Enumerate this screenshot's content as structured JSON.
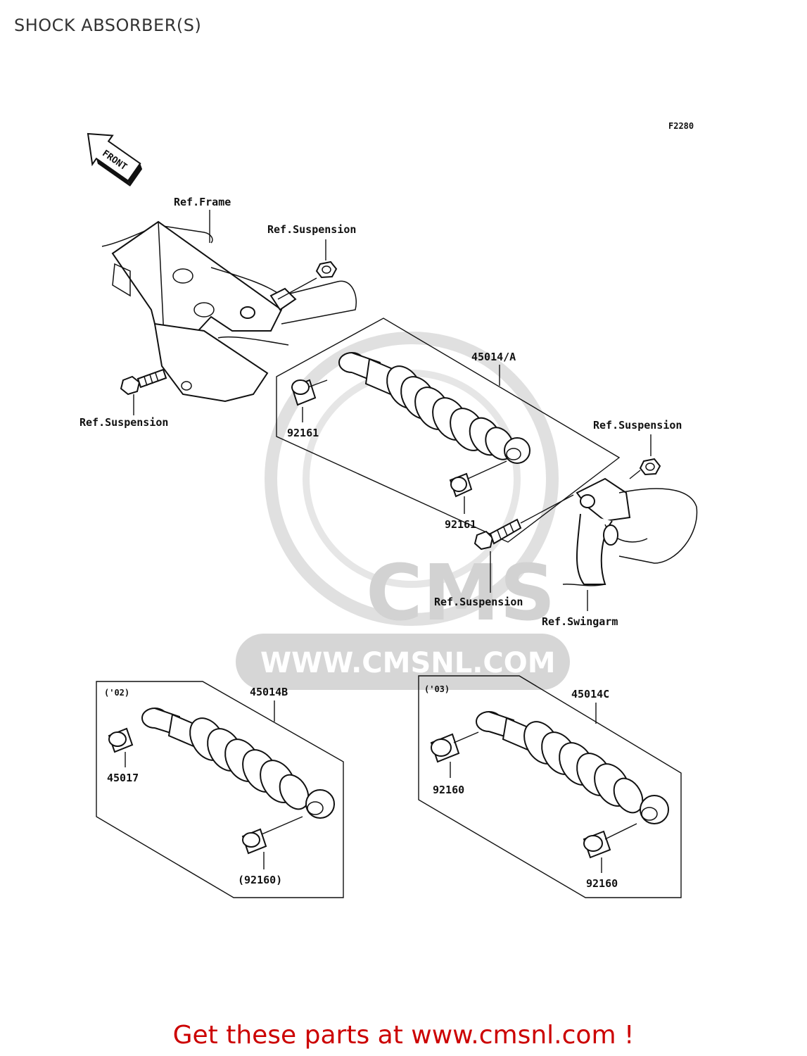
{
  "page": {
    "title": "SHOCK ABSORBER(S)",
    "figure_code": "F2280",
    "front_marker": "FRONT",
    "cta": "Get these parts at www.cmsnl.com !"
  },
  "watermark": {
    "brand": "CMS",
    "url": "WWW.CMSNL.COM"
  },
  "labels": {
    "ref_frame": "Ref.Frame",
    "ref_suspension_top": "Ref.Suspension",
    "ref_suspension_left": "Ref.Suspension",
    "ref_suspension_right": "Ref.Suspension",
    "ref_suspension_bottom": "Ref.Suspension",
    "ref_swingarm": "Ref.Swingarm",
    "part_45014a": "45014/A",
    "part_92161_upper": "92161",
    "part_92161_lower": "92161",
    "group_02": "('02)",
    "part_45014b": "45014B",
    "part_45017": "45017",
    "part_92160_paren": "(92160)",
    "group_03": "('03)",
    "part_45014c": "45014C",
    "part_92160_a": "92160",
    "part_92160_b": "92160"
  },
  "colors": {
    "cta": "#cc0000",
    "line": "#111111",
    "watermark": "#d6d6d6"
  }
}
